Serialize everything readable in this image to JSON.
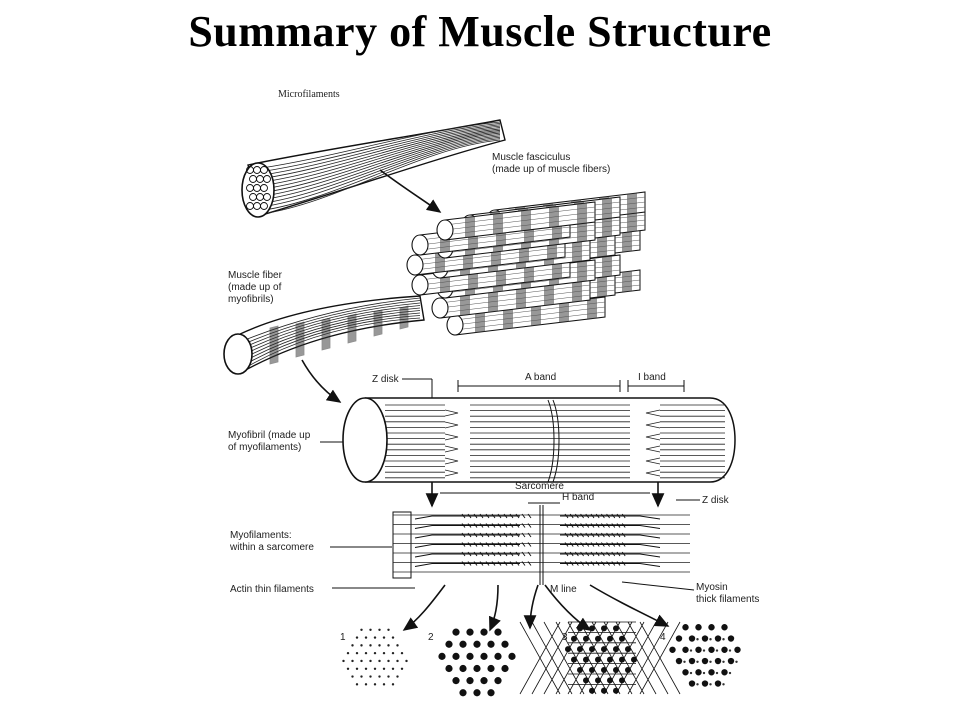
{
  "title": "Summary of Muscle Structure",
  "labels": {
    "microfilaments": "Microfilaments",
    "fasciculus_1": "Muscle fasciculus",
    "fasciculus_2": "(made up of muscle fibers)",
    "fiber_1": "Muscle fiber",
    "fiber_2": "(made up of",
    "fiber_3": "myofibrils)",
    "z_disk_top": "Z disk",
    "a_band": "A band",
    "i_band": "I band",
    "myofibril_1": "Myofibril (made up",
    "myofibril_2": "of myofilaments)",
    "sarcomere": "Sarcomere",
    "h_band": "H band",
    "z_disk_right": "Z disk",
    "myofilaments_1": "Myofilaments:",
    "myofilaments_2": "within a sarcomere",
    "actin": "Actin thin filaments",
    "m_line": "M line",
    "myosin_1": "Myosin",
    "myosin_2": "thick filaments"
  },
  "cross_sections": [
    "1",
    "2",
    "3",
    "4"
  ]
}
